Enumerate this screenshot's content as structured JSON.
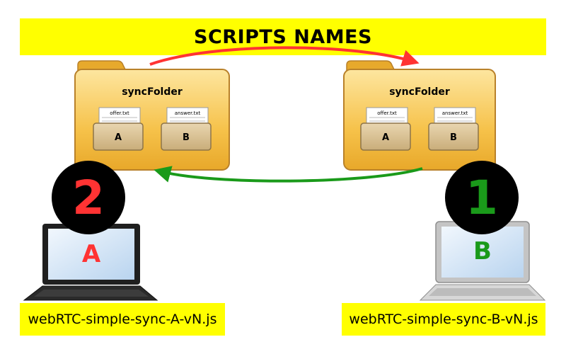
{
  "banner": {
    "title": "SCRIPTS NAMES"
  },
  "folders": [
    {
      "title": "syncFolder",
      "sub_a_label": "A",
      "sub_b_label": "B",
      "file_a": "offer.txt",
      "file_b": "answer.txt"
    },
    {
      "title": "syncFolder",
      "sub_a_label": "A",
      "sub_b_label": "B",
      "file_a": "offer.txt",
      "file_b": "answer.txt"
    }
  ],
  "steps": [
    {
      "number": "2",
      "color": "#ff3333"
    },
    {
      "number": "1",
      "color": "#1a9a1a"
    }
  ],
  "laptops": [
    {
      "label": "A",
      "color": "#ff3333"
    },
    {
      "label": "B",
      "color": "#1a9a1a"
    }
  ],
  "arrows": {
    "top_color": "#ff3333",
    "bottom_color": "#1a9a1a"
  },
  "captions": {
    "a": "webRTC-simple-sync-A-vN.js",
    "b": "webRTC-simple-sync-B-vN.js"
  },
  "colors": {
    "banner": "#ffff00",
    "folder": "#f6bd3c"
  }
}
